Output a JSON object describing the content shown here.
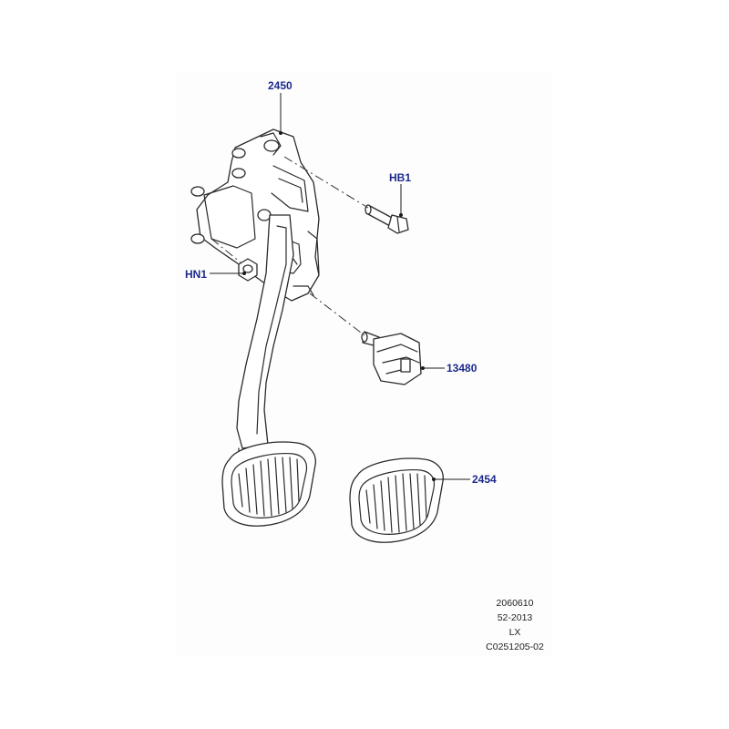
{
  "diagram": {
    "callouts": {
      "pedal_bracket": "2450",
      "bolt": "HB1",
      "nut": "HN1",
      "switch": "13480",
      "pedal_pad": "2454"
    },
    "info_block": [
      "2060610",
      "52-2013",
      "LX",
      "C0251205-02"
    ]
  }
}
